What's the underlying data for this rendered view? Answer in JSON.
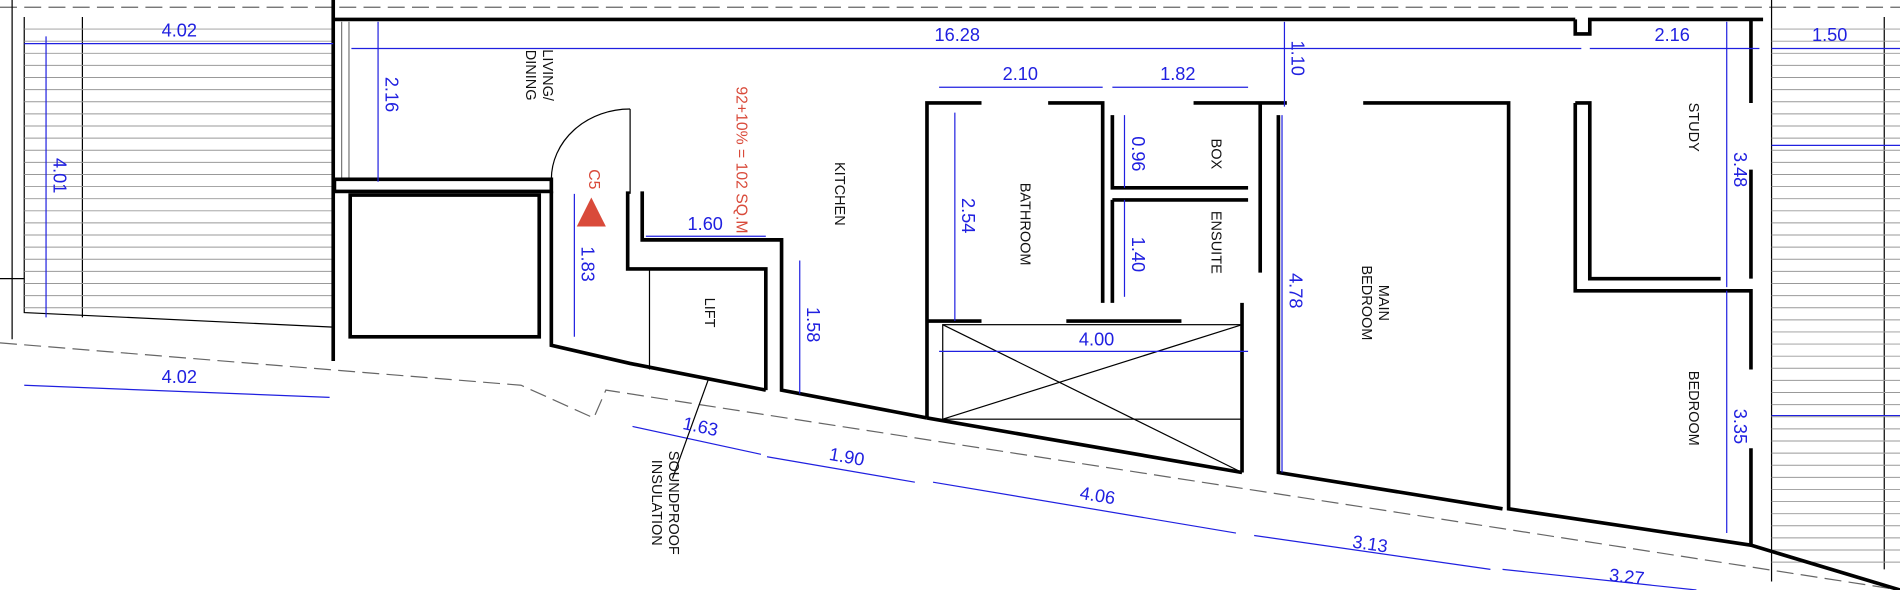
{
  "colors": {
    "wall": "#000000",
    "dimension": "#2020e0",
    "annotation": "#d94a3a"
  },
  "rooms": {
    "living_dining_1": "LIVING/",
    "living_dining_2": "DINING",
    "kitchen": "KITCHEN",
    "lift": "LIFT",
    "bathroom": "BATHROOM",
    "box": "BOX",
    "ensuite": "ENSUITE",
    "main_bedroom_1": "MAIN",
    "main_bedroom_2": "BEDROOM",
    "study": "STUDY",
    "bedroom": "BEDROOM",
    "soundproof_1": "SOUNDPROOF",
    "soundproof_2": "INSULATION"
  },
  "annotations": {
    "area": "92+10% = 102 SQ.M",
    "marker": "C5",
    "marker_icon": "red-triangle"
  },
  "dimensions": {
    "top_left_width": "4.02",
    "total_width": "16.28",
    "study_width": "2.16",
    "right_terrace": "1.50",
    "left_depth": "4.01",
    "living_depth": "2.16",
    "stair_landing": "1.83",
    "lift_width": "1.60",
    "lift_depth": "1.58",
    "bottom_left_width": "4.02",
    "front_1": "1.63",
    "front_2": "1.90",
    "front_3": "4.06",
    "front_4": "3.13",
    "front_5": "3.27",
    "bathroom_width": "2.10",
    "box_width": "1.82",
    "corridor": "1.10",
    "bathroom_depth": "2.54",
    "box_depth": "0.96",
    "ensuite_depth": "1.40",
    "void_width": "4.00",
    "main_bedroom_depth": "4.78",
    "study_depth": "3.48",
    "bedroom_depth": "3.35"
  }
}
